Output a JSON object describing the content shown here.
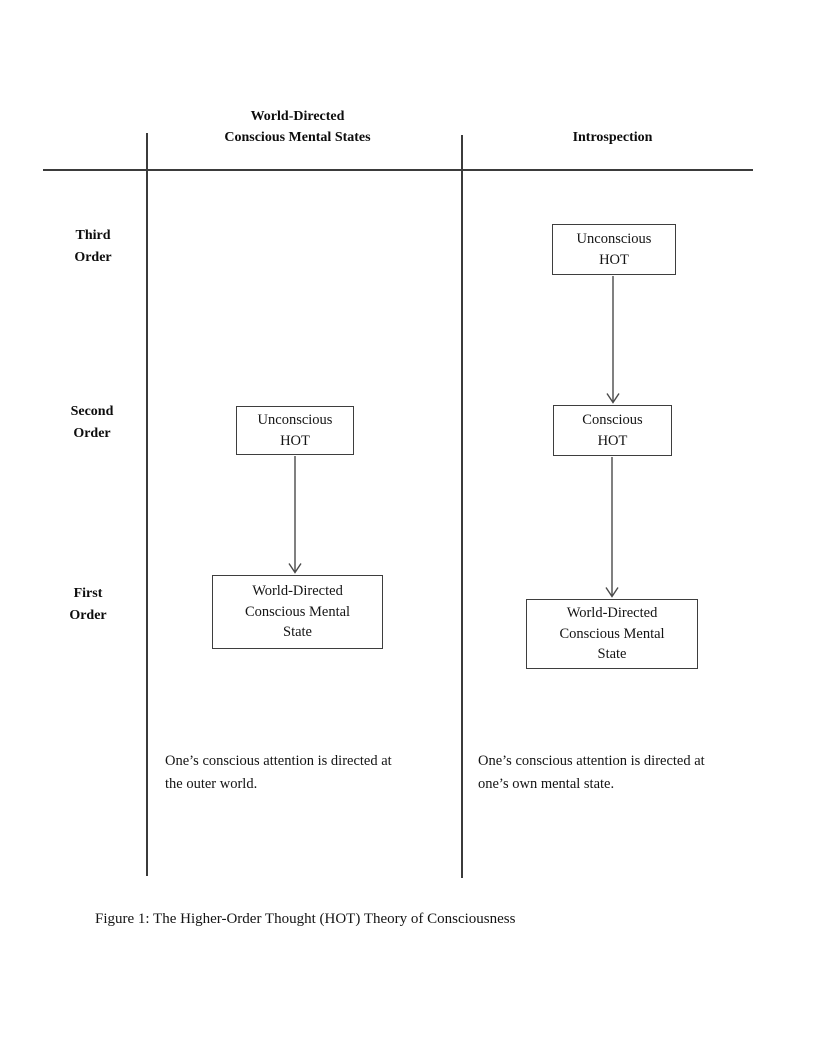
{
  "figure": {
    "columns": {
      "left": {
        "header": "World-Directed\nConscious Mental States",
        "boxes": {
          "second_order": "Unconscious\nHOT",
          "first_order": "World-Directed\nConscious Mental\nState"
        },
        "note": "One’s conscious attention is directed at\nthe outer world."
      },
      "right": {
        "header": "Introspection",
        "boxes": {
          "third_order": "Unconscious\nHOT",
          "second_order": "Conscious\nHOT",
          "first_order": "World-Directed\nConscious Mental\nState"
        },
        "note": "One’s conscious attention is directed at\none’s own mental state."
      }
    },
    "row_labels": {
      "third_order": "Third\nOrder",
      "second_order": "Second\nOrder",
      "first_order": "First\nOrder"
    },
    "caption": "Figure 1: The Higher-Order Thought (HOT) Theory of Consciousness",
    "colors": {
      "line": "#3b3b3b",
      "arrow": "#4a4a4a",
      "text": "#141414",
      "background": "#ffffff"
    }
  }
}
